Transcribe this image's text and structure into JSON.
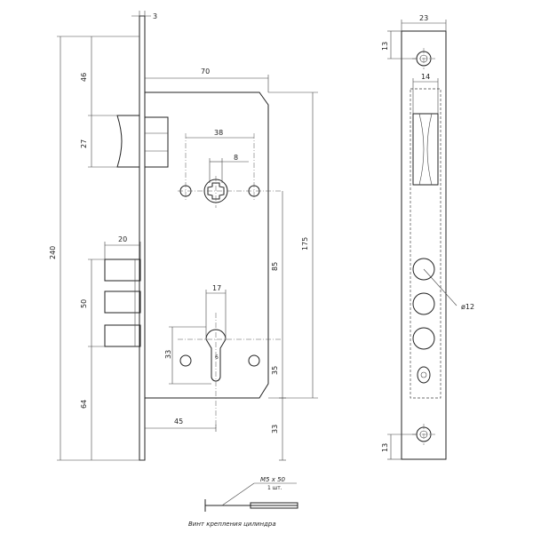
{
  "dimensions": {
    "plate_thickness": "3",
    "case_width": "70",
    "height_total": "240",
    "latch_top": "46",
    "latch_height": "27",
    "handle_spacing": "38",
    "spindle_square": "8",
    "backset_body": "175",
    "center_distance": "85",
    "bolt_projection": "20",
    "bolt_span": "50",
    "bolt_bottom": "64",
    "cylinder_width": "17",
    "cylinder_hole_span": "33",
    "cylinder_pin": "6",
    "cylinder_to_bottom": "35",
    "backset": "45",
    "base_offset": "33",
    "faceplate_width": "23",
    "screw_top": "13",
    "cutout_width": "14",
    "bolt_hole_diameter": "ø12",
    "screw_bottom": "13"
  },
  "screw": {
    "spec": "M5 x 50",
    "quantity": "1 шт.",
    "caption": "Винт крепления цилиндра"
  }
}
